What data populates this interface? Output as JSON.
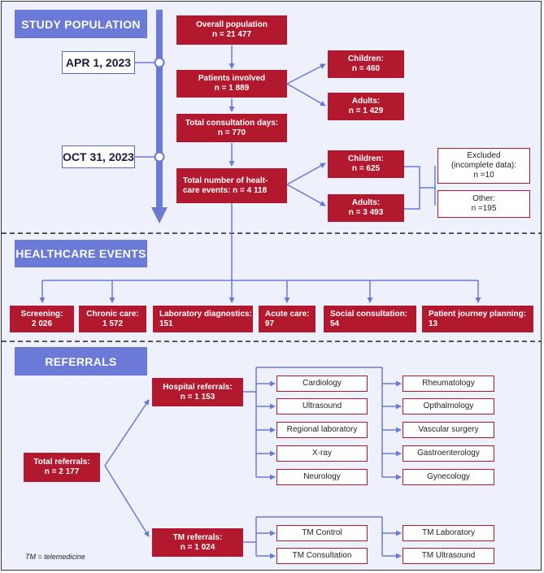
{
  "sections": {
    "study_population": "STUDY POPULATION",
    "healthcare_events": "HEALTHCARE EVENTS",
    "referrals": "REFERRALS"
  },
  "dates": {
    "start": "APR 1, 2023",
    "end": "OCT 31, 2023"
  },
  "population": {
    "overall": {
      "label": "Overall population",
      "value": "n = 21 477"
    },
    "involved": {
      "label": "Patients involved",
      "value": "n = 1 889"
    },
    "involved_children": {
      "label": "Children:",
      "value": "n = 460"
    },
    "involved_adults": {
      "label": "Adults:",
      "value": "n = 1 429"
    },
    "consultation_days": {
      "label": "Total consultation days:",
      "value": "n = 770"
    },
    "events": {
      "label1": "Total number of healt-",
      "label2": "care events: n = 4 118"
    },
    "events_children": {
      "label": "Children:",
      "value": "n = 625"
    },
    "events_adults": {
      "label": "Adults:",
      "value": "n = 3 493"
    },
    "excluded": {
      "line1": "Excluded",
      "line2": "(incomplete data):",
      "value": "n =10"
    },
    "other": {
      "label": "Other:",
      "value": "n =195"
    }
  },
  "events": [
    {
      "label": "Screening:",
      "value": "2 026"
    },
    {
      "label": "Chronic care:",
      "value": "1 572"
    },
    {
      "label": "Laboratory diagnostics:",
      "value": "151"
    },
    {
      "label": "Acute care:",
      "value": "97"
    },
    {
      "label": "Social consultation:",
      "value": "54"
    },
    {
      "label": "Patient journey planning:",
      "value": "13"
    }
  ],
  "referrals": {
    "total": {
      "label": "Total referrals:",
      "value": "n = 2 177"
    },
    "hospital": {
      "label": "Hospital referrals:",
      "value": "n = 1 153"
    },
    "tm": {
      "label": "TM referrals:",
      "value": "n = 1 024"
    },
    "hospital_left": [
      "Cardiology",
      "Ultrasound",
      "Regional laboratory",
      "X-ray",
      "Neurology"
    ],
    "hospital_right": [
      "Rheumatology",
      "Opthalmology",
      "Vascular surgery",
      "Gastroenterology",
      "Gynecology"
    ],
    "tm_left": [
      "TM Control",
      "TM Consultation"
    ],
    "tm_right": [
      "TM Laboratory",
      "TM Ultrasound"
    ]
  },
  "footnote": "TM = telemedicine",
  "colors": {
    "header": "#6a7ad6",
    "box": "#b3192e",
    "line": "#6a7ad6",
    "background": "#eef1fb"
  }
}
